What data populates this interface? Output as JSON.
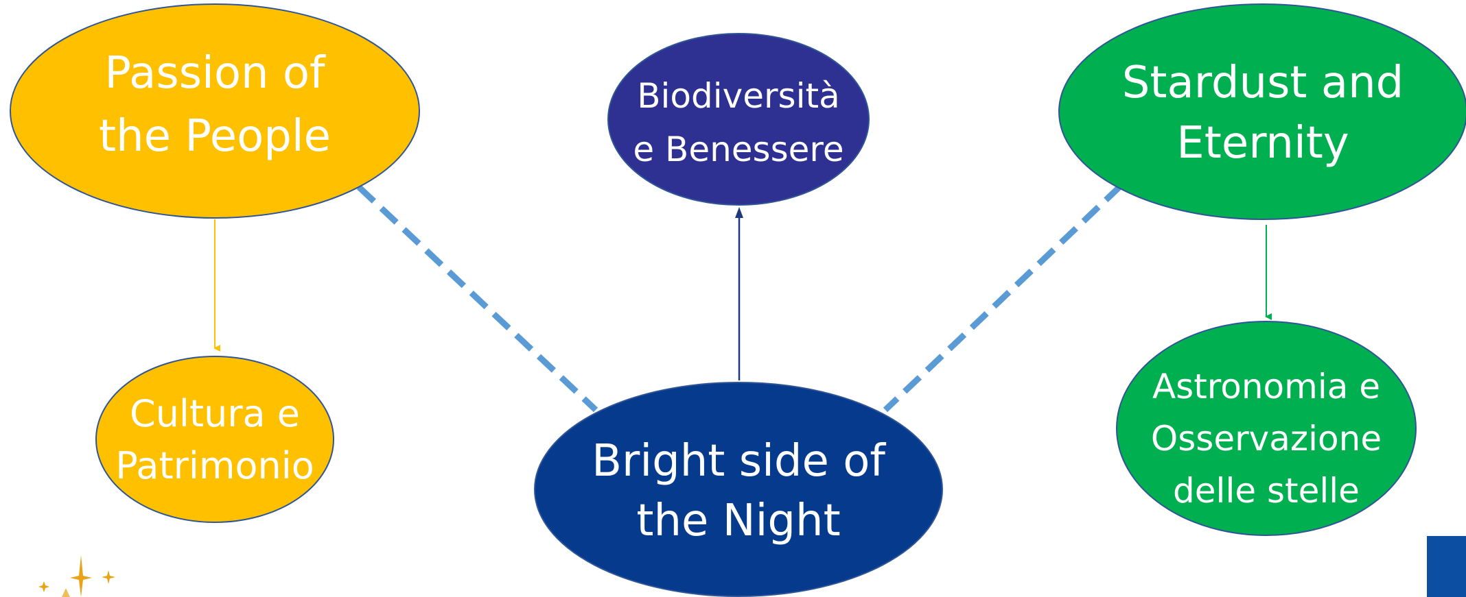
{
  "colors": {
    "yellow": "#FFC000",
    "green": "#00B050",
    "indigo": "#2E3192",
    "navy": "#063A8C",
    "dashed_link": "#5B9BD5",
    "outline": "#2F5597",
    "text": "#FFFFFF"
  },
  "nodes": {
    "passion": {
      "line1": "Passion of",
      "line2": "the People"
    },
    "biodiversita": {
      "line1": "Biodiversità",
      "line2": "e Benessere"
    },
    "stardust": {
      "line1": "Stardust and",
      "line2": "Eternity"
    },
    "cultura": {
      "line1": "Cultura e",
      "line2": "Patrimonio"
    },
    "bright": {
      "line1": "Bright side of",
      "line2": "the Night"
    },
    "astronomia": {
      "line1": "Astronomia e",
      "line2": "Osservazione",
      "line3": "delle stelle"
    }
  },
  "icons": {
    "corner_logo": "sparkle-stars-icon",
    "corner_block": "blue-square-icon"
  }
}
